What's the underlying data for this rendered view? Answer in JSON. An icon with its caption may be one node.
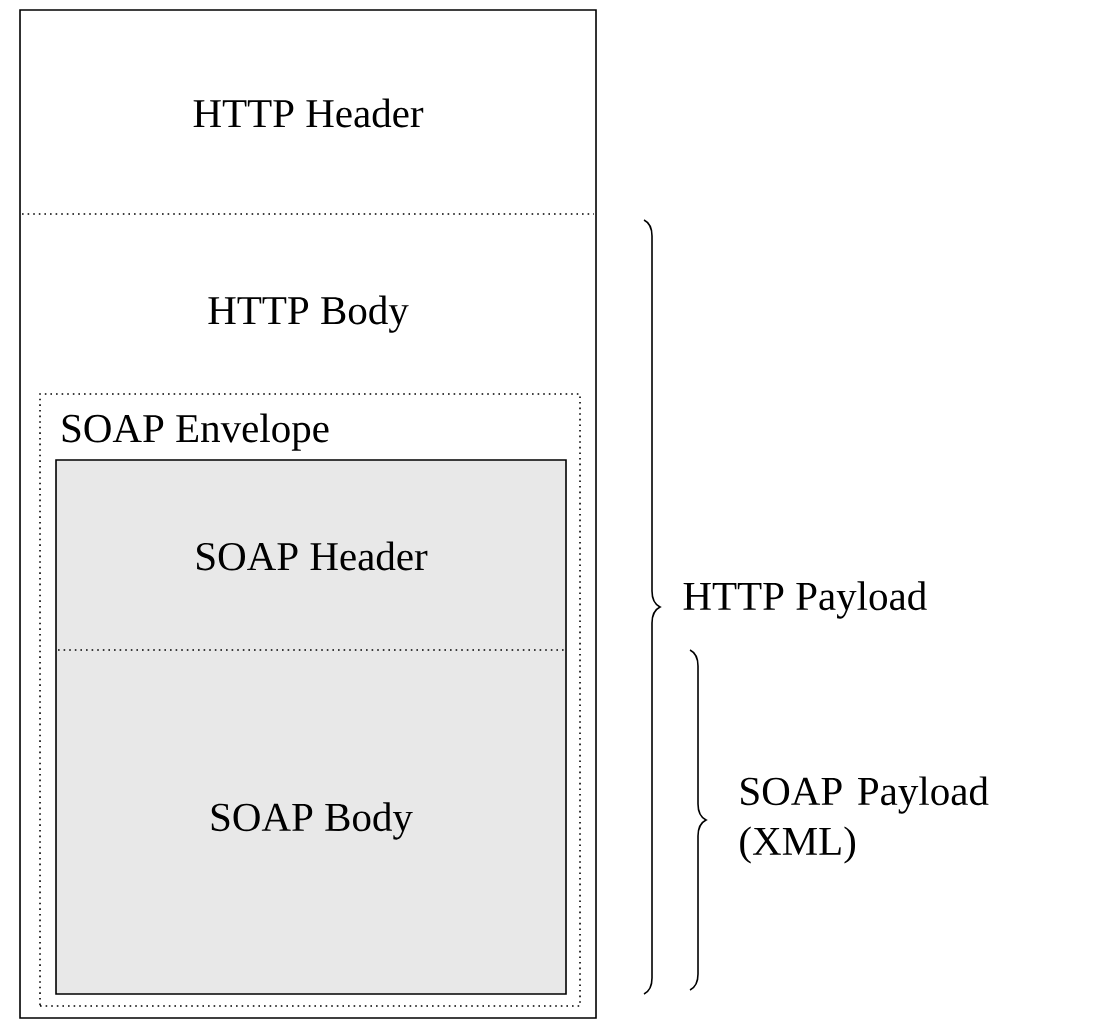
{
  "diagram": {
    "nodes": [
      {
        "text": [],
        "shape": "box"
      },
      {
        "text": [
          "HTTP Header"
        ],
        "in": 0
      },
      {
        "text": [
          "HTTP Body"
        ],
        "in": 0
      },
      {
        "text": [
          "SOAP Envelope"
        ],
        "in": 2
      },
      {
        "text": [],
        "shape": "box",
        "in": 3
      },
      {
        "text": [
          "SOAP Header"
        ],
        "in": 4
      },
      {
        "text": [
          "SOAP Body"
        ],
        "in": 4
      }
    ],
    "labels": [
      "HTTP Payload",
      "SOAP Payload (XML)"
    ]
  }
}
